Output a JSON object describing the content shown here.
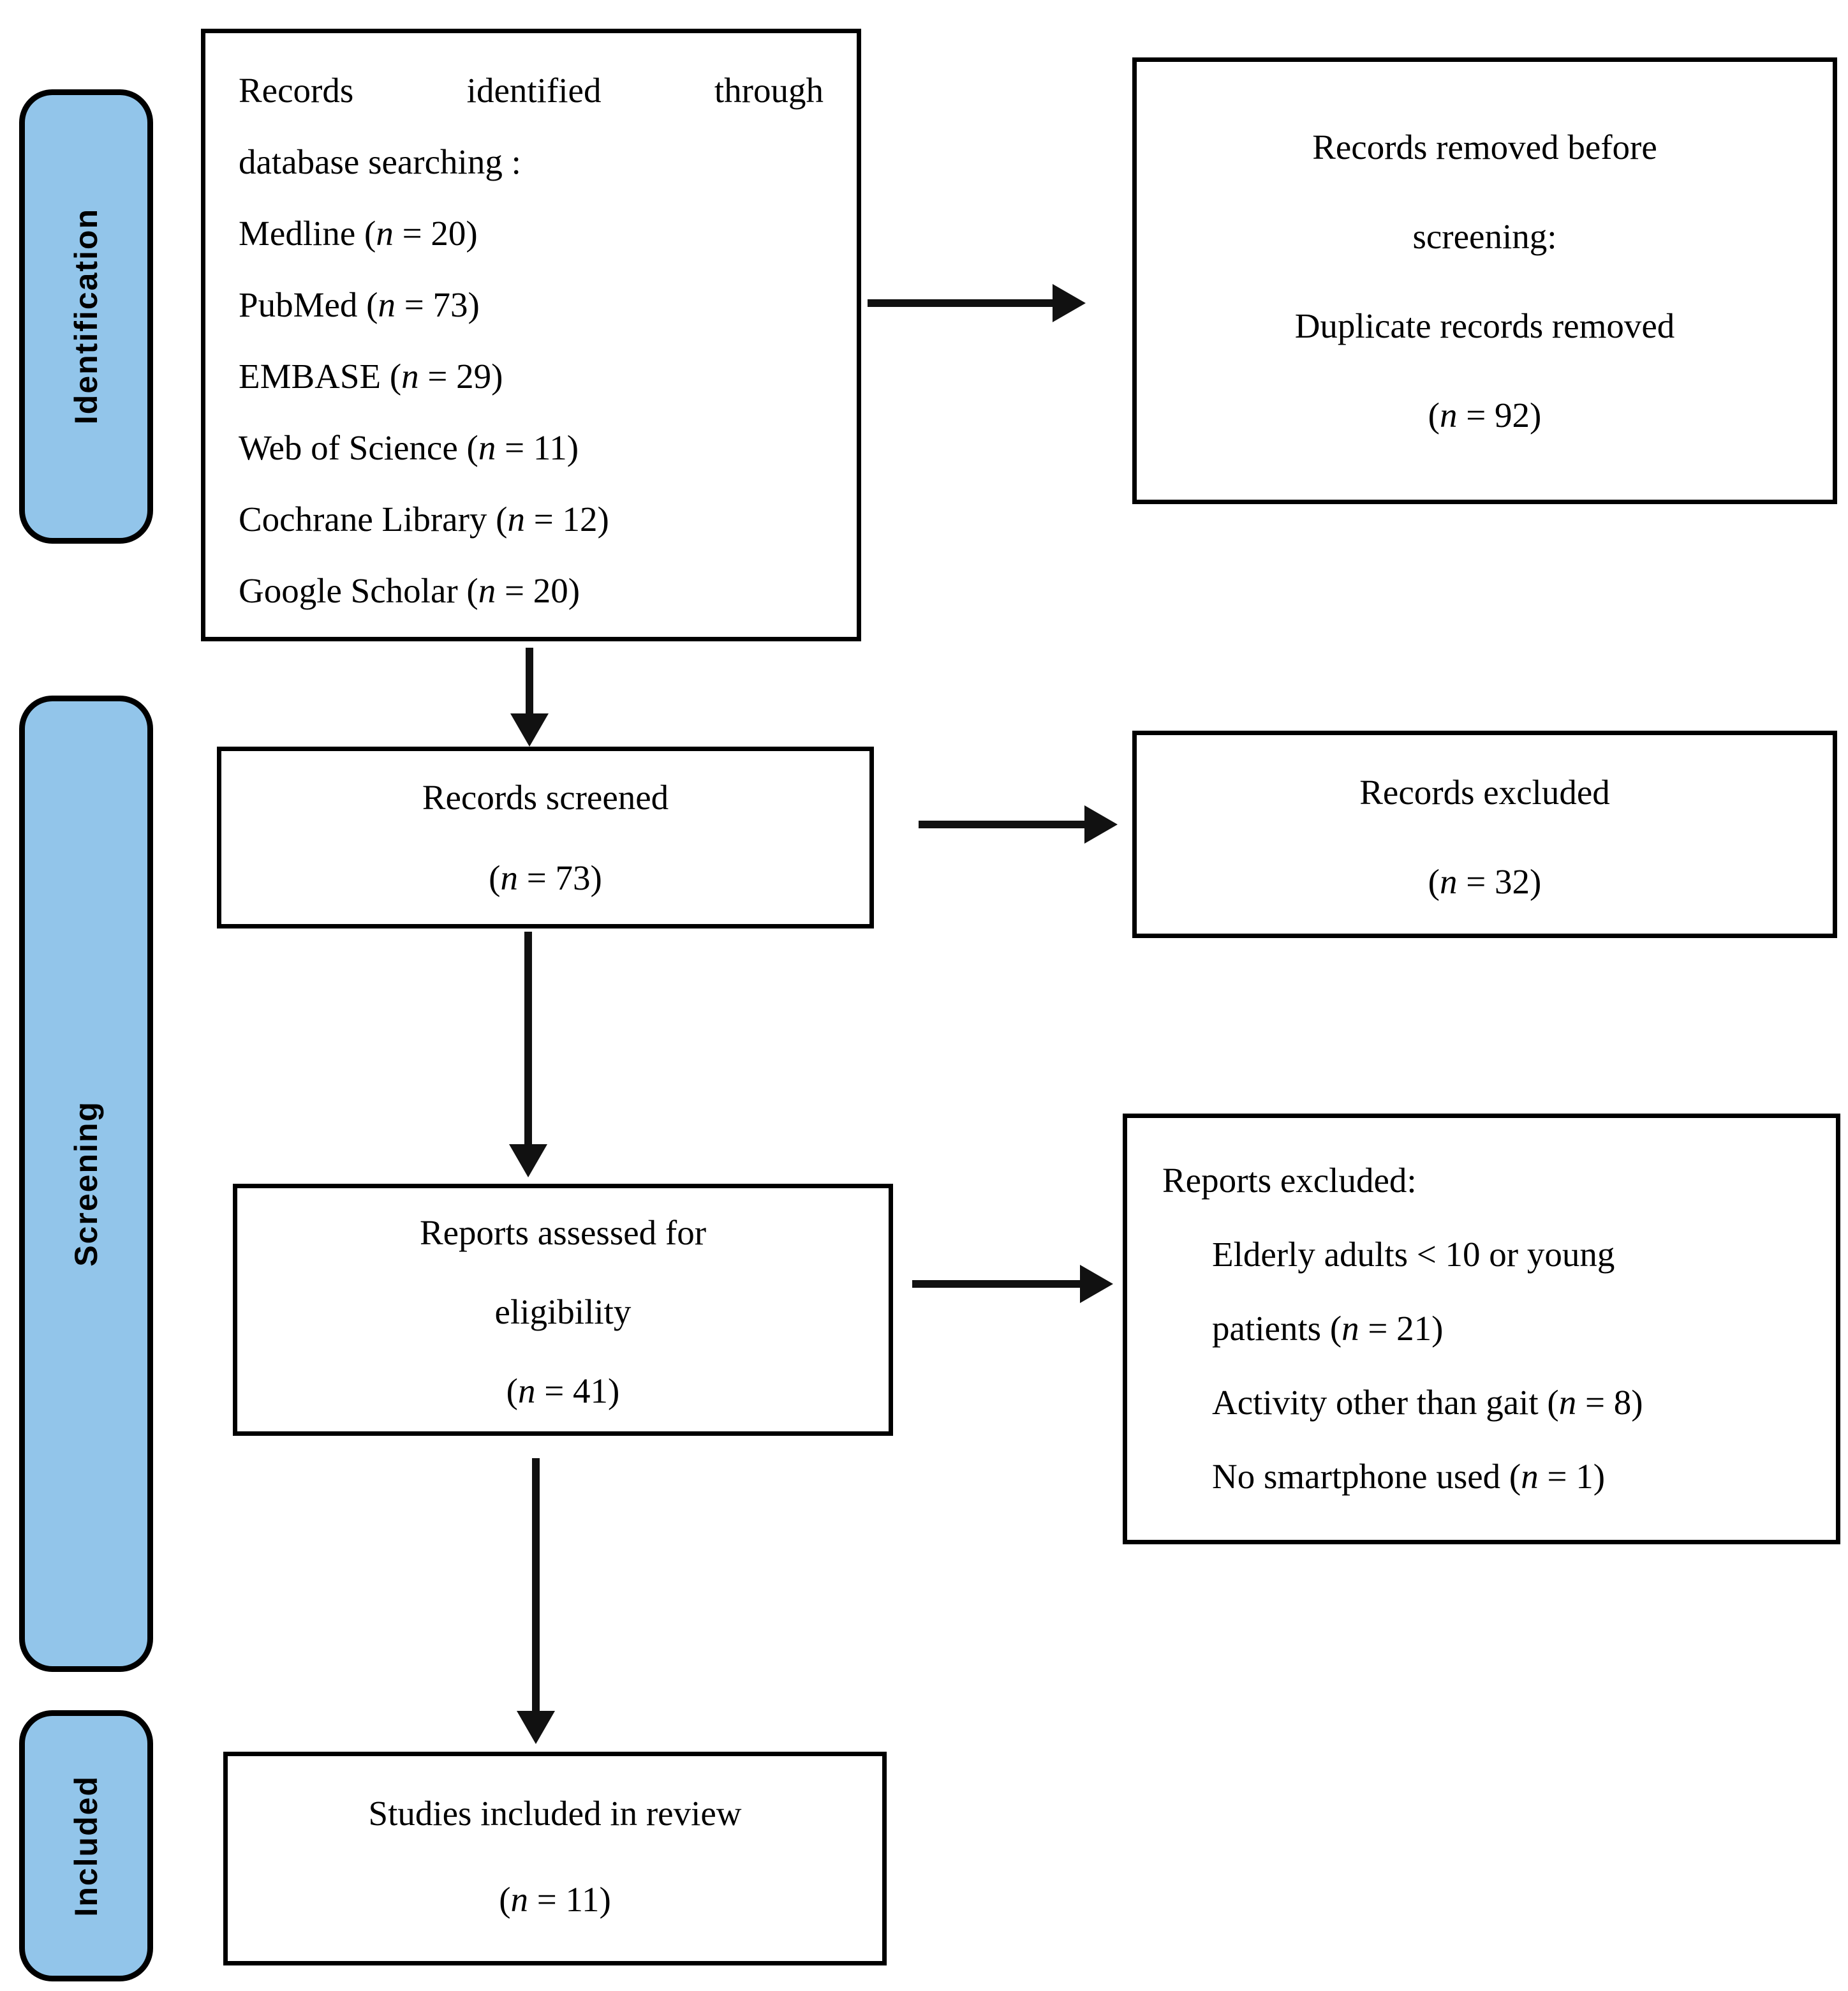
{
  "figure": {
    "type": "prisma-flow-diagram",
    "colors": {
      "stage_tab_fill": "#92C5EA",
      "stage_tab_border": "#000000",
      "box_border": "#000000",
      "arrow": "#111111",
      "text": "#000000",
      "background": "#ffffff"
    }
  },
  "stages": [
    {
      "label": "Identification"
    },
    {
      "label": "Screening"
    },
    {
      "label": "Included"
    }
  ],
  "boxes": {
    "identified": {
      "lines": [
        "Records identified through",
        "database searching :",
        "Medline (*n* = 20)",
        "PubMed (*n* = 73)",
        "EMBASE (*n* = 29)",
        "Web of Science (*n* = 11)",
        "Cochrane Library (*n* = 12)",
        "Google Scholar (*n* = 20)"
      ]
    },
    "removed_before_screening": {
      "lines": [
        "Records removed before",
        "screening:",
        "Duplicate records removed",
        "(*n* = 92)"
      ]
    },
    "records_screened": {
      "lines": [
        "Records screened",
        "(*n* = 73)"
      ]
    },
    "records_excluded": {
      "lines": [
        "Records excluded",
        "(*n* = 32)"
      ]
    },
    "reports_assessed": {
      "lines": [
        "Reports assessed for",
        "eligibility",
        "(*n* = 41)"
      ]
    },
    "reports_excluded": {
      "lines": [
        "Reports excluded:",
        "Elderly adults < 10 or young",
        "patients (*n* = 21)",
        "Activity other than gait (*n* = 8)",
        "No smartphone used (*n* = 1)"
      ]
    },
    "studies_included": {
      "lines": [
        "Studies included in review",
        "(*n* = 11)"
      ]
    }
  }
}
